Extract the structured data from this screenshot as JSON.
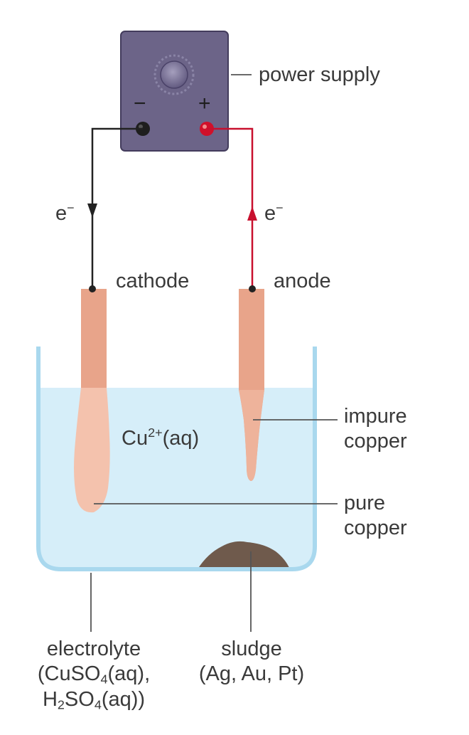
{
  "labels": {
    "power_supply": "power supply",
    "minus_sign": "−",
    "plus_sign": "+",
    "electron_left": "e",
    "electron_right": "e",
    "electron_charge": "−",
    "cathode": "cathode",
    "anode": "anode",
    "impure_copper_line1": "impure",
    "impure_copper_line2": "copper",
    "pure_copper_line1": "pure",
    "pure_copper_line2": "copper",
    "ion_base": "Cu",
    "ion_charge": "2+",
    "ion_state": "(aq)",
    "electrolyte_line1": "electrolyte",
    "electrolyte_cuso_open": "(CuSO",
    "electrolyte_cuso_sub": "4",
    "electrolyte_cuso_close": "(aq),",
    "electrolyte_h": "H",
    "electrolyte_h_sub": "2",
    "electrolyte_so": "SO",
    "electrolyte_so_sub": "4",
    "electrolyte_close": "(aq))",
    "sludge_line1": "sludge",
    "sludge_line2": "(Ag, Au, Pt)"
  },
  "colors": {
    "power_supply_body": "#6c6488",
    "power_supply_border": "#433c5c",
    "negative_wire": "#222222",
    "positive_wire": "#c8102e",
    "electrode": "#e8a48a",
    "deposited_copper": "#f4c2ad",
    "electrolyte": "#d6eef9",
    "beaker_outline": "#a9d8ee",
    "sludge": "#6f5a4c",
    "leader_line": "#555555"
  },
  "icons": [
    "dial-knob-icon",
    "negative-terminal-icon",
    "positive-terminal-icon"
  ]
}
